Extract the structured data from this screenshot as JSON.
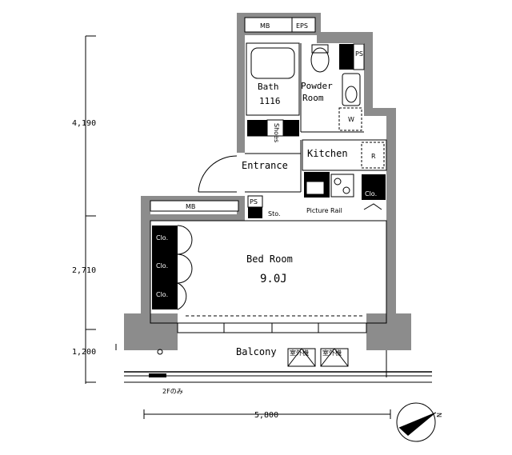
{
  "rooms": {
    "bath": "Bath",
    "bath_size": "1116",
    "powder": "Powder",
    "powder_2": "Room",
    "kitchen": "Kitchen",
    "entrance": "Entrance",
    "bedroom": "Bed Room",
    "bedroom_size": "9.0J",
    "balcony": "Balcony"
  },
  "fixtures": {
    "mb": "MB",
    "eps": "EPS",
    "ps": "PS",
    "shoes": "Shoes",
    "wm": "W",
    "refrigerator": "R",
    "clo": "Clo.",
    "sto": "Sto.",
    "picture_rail": "Picture Rail",
    "outdoor_unit": "室外機",
    "floor_note": "2Fのみ"
  },
  "dimensions": {
    "d1": "4,190",
    "d2": "2,710",
    "d3": "1,200",
    "width": "5,800"
  },
  "compass": {
    "north": "N"
  }
}
